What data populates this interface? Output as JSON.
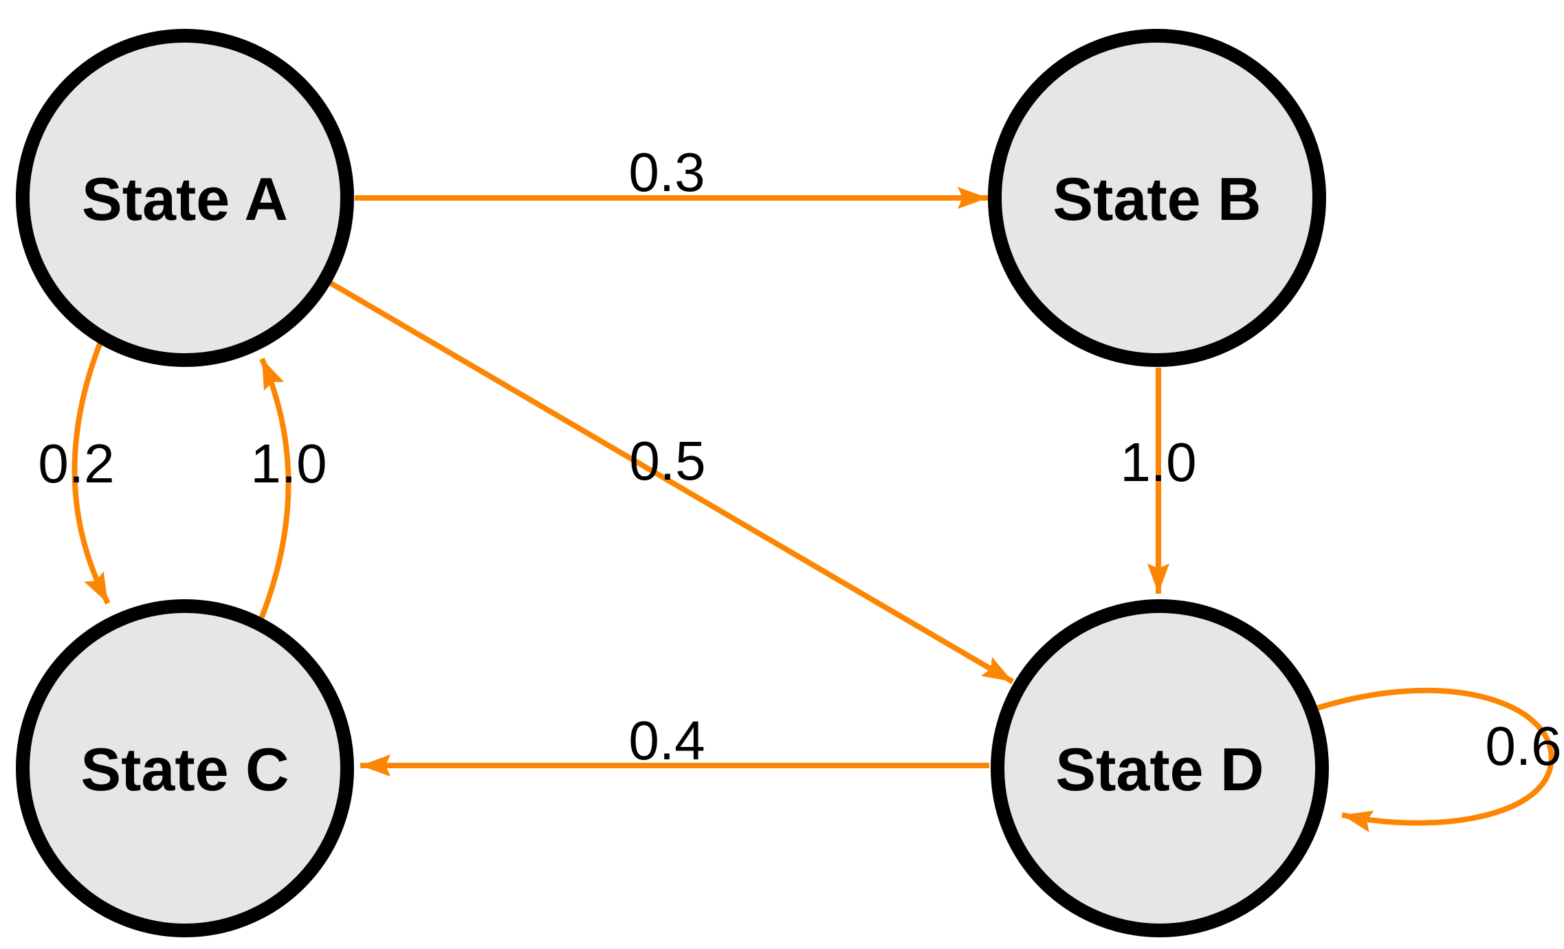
{
  "diagram": {
    "type": "state-transition-diagram",
    "background_color": "#ffffff",
    "accent_color": "#FC8603",
    "node_fill_color": "#E6E6E6",
    "node_stroke_color": "#000000",
    "text_color": "#000000",
    "nodes": [
      {
        "id": "A",
        "label": "State A"
      },
      {
        "id": "B",
        "label": "State B"
      },
      {
        "id": "C",
        "label": "State C"
      },
      {
        "id": "D",
        "label": "State D"
      }
    ],
    "edges": [
      {
        "from": "A",
        "to": "B",
        "probability": "0.3",
        "style": "straight"
      },
      {
        "from": "A",
        "to": "D",
        "probability": "0.5",
        "style": "straight"
      },
      {
        "from": "A",
        "to": "C",
        "probability": "0.2",
        "style": "curved"
      },
      {
        "from": "C",
        "to": "A",
        "probability": "1.0",
        "style": "curved"
      },
      {
        "from": "B",
        "to": "D",
        "probability": "1.0",
        "style": "straight"
      },
      {
        "from": "D",
        "to": "C",
        "probability": "0.4",
        "style": "straight"
      },
      {
        "from": "D",
        "to": "D",
        "probability": "0.6",
        "style": "self-loop"
      }
    ]
  }
}
